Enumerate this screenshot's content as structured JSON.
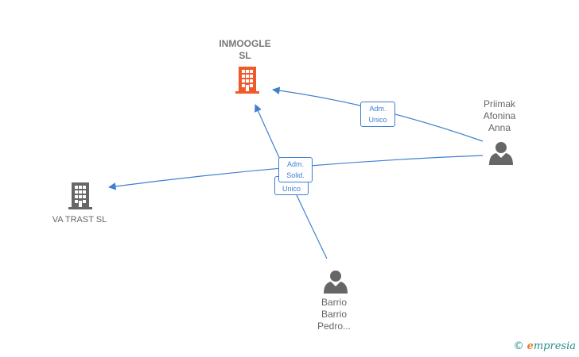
{
  "nodes": {
    "inmoogle": {
      "line1": "INMOOGLE",
      "line2": "SL",
      "color": "#f05a2a"
    },
    "vatrast": {
      "line1": "VA TRAST  SL",
      "color": "#666666"
    },
    "priimak": {
      "line1": "Priimak",
      "line2": "Afonina",
      "line3": "Anna",
      "color": "#666666"
    },
    "barrio": {
      "line1": "Barrio",
      "line2": "Barrio",
      "line3": "Pedro..."
    }
  },
  "edges": {
    "priimak_inmoogle": {
      "line1": "Adm.",
      "line2": "Unico"
    },
    "barrio_inmoogle": {
      "line1": "Adm.",
      "line2": "Solid."
    },
    "barrio_vatrast": {
      "line1": "Unico"
    }
  },
  "edge_color": "#3f7fd0",
  "brand": {
    "copyright": "©",
    "initial": "e",
    "rest": "mpresia"
  }
}
